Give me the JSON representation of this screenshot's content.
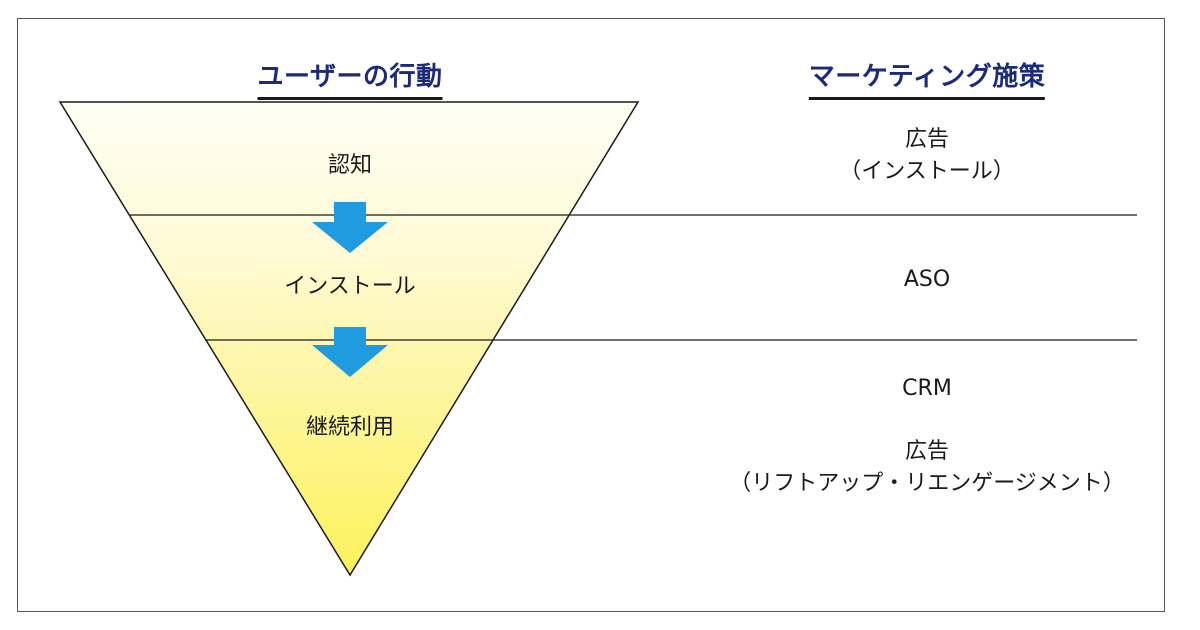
{
  "headings": {
    "user_behavior": "ユーザーの行動",
    "marketing": "マーケティング施策"
  },
  "stages": [
    {
      "label": "認知"
    },
    {
      "label": "インストール"
    },
    {
      "label": "継続利用"
    }
  ],
  "tactics": [
    {
      "line1": "広告",
      "line2": "（インストール）"
    },
    {
      "line1": "ASO"
    },
    {
      "line1": "CRM"
    },
    {
      "line1": "広告",
      "line2": "（リフトアップ・リエンゲージメント）"
    }
  ],
  "colors": {
    "heading_text": "#1b2a7a",
    "arrow": "#1f9be0",
    "funnel_top": "#fffef4",
    "funnel_bottom": "#fdf25a",
    "divider": "#1a1a1a"
  },
  "icons": [
    "down-arrow-icon",
    "down-arrow-icon"
  ]
}
